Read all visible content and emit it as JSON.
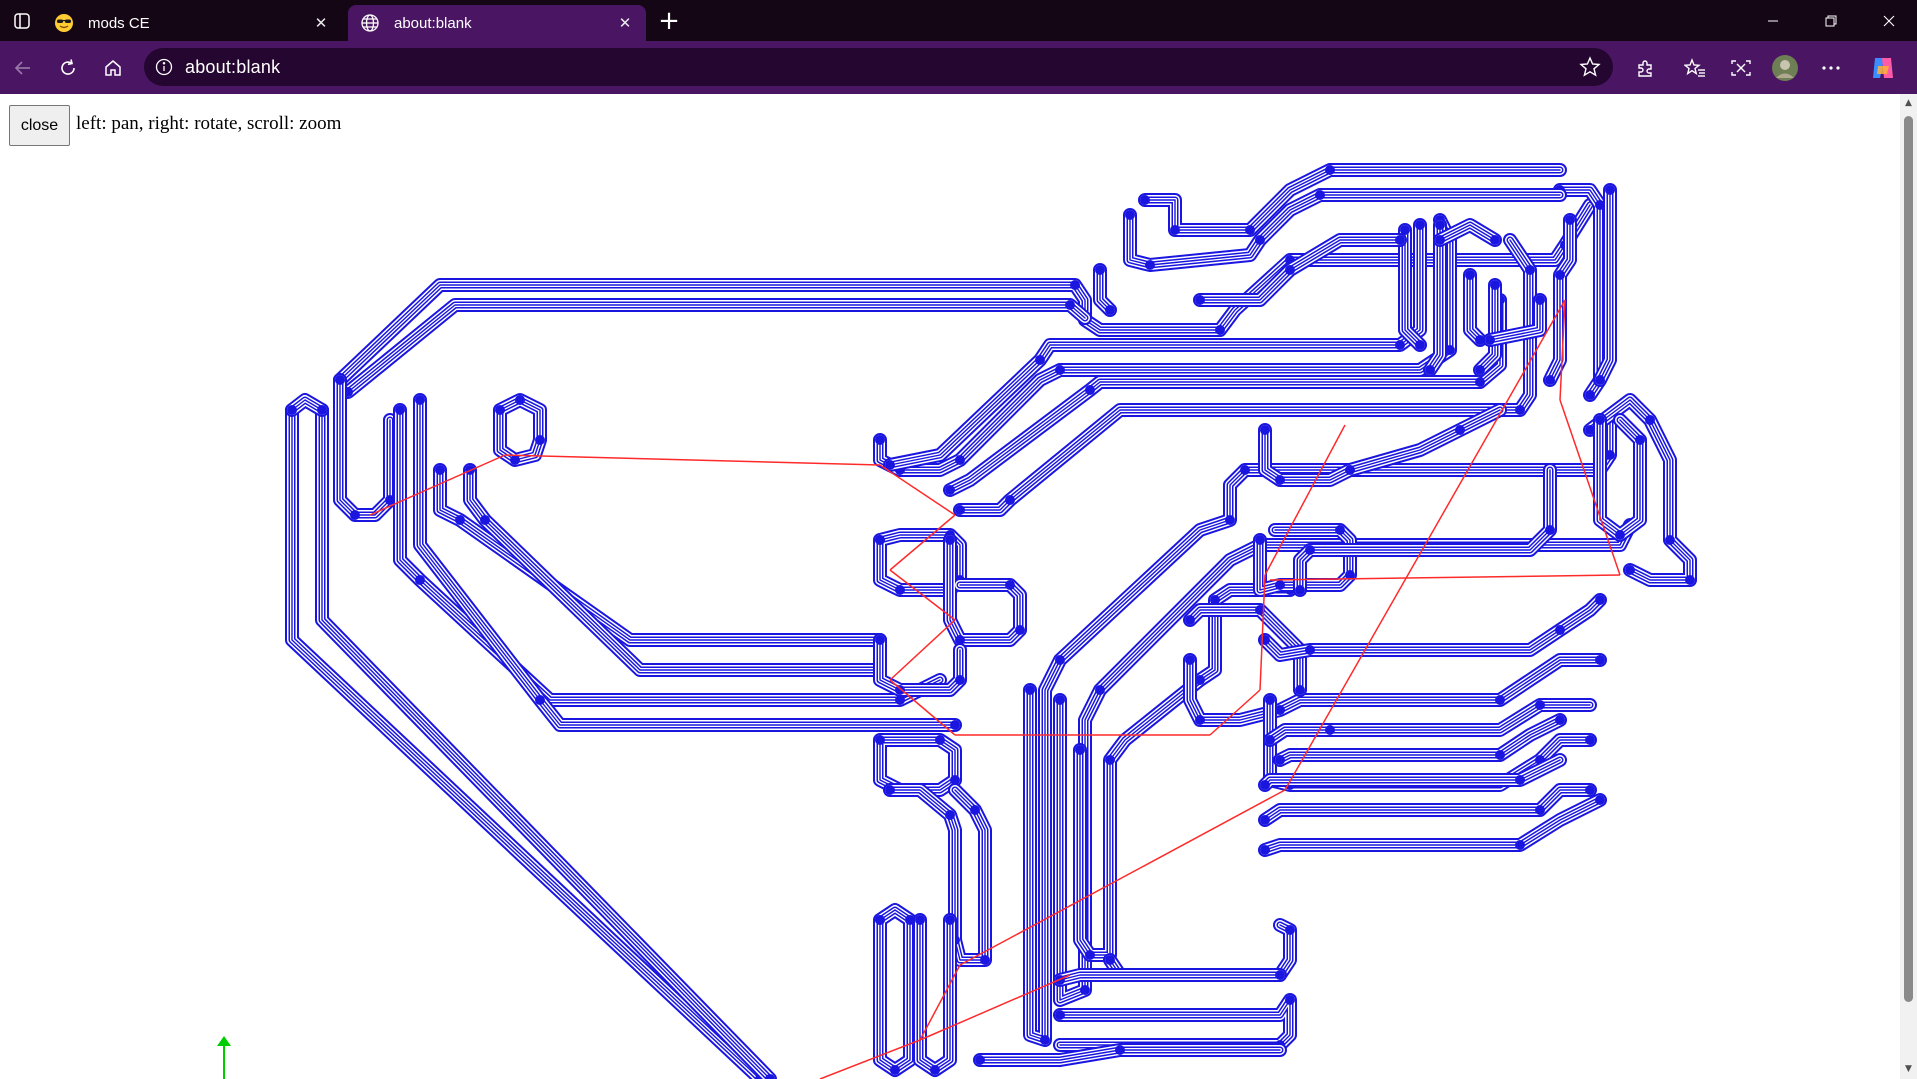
{
  "browser": {
    "tabs": [
      {
        "label": "mods CE",
        "icon": "sunglasses-emoji-icon",
        "active": false
      },
      {
        "label": "about:blank",
        "icon": "globe-icon",
        "active": true
      }
    ],
    "address": "about:blank",
    "colors": {
      "tabbar": "#140614",
      "toolbar": "#4a1563",
      "addressbar": "#240630"
    }
  },
  "page": {
    "close_label": "close",
    "hint": "left: pan, right: rotate, scroll: zoom",
    "colors": {
      "toolpath": "#1a16e0",
      "rapid_moves": "#ff2a2a",
      "axis": "#00cc00"
    }
  }
}
